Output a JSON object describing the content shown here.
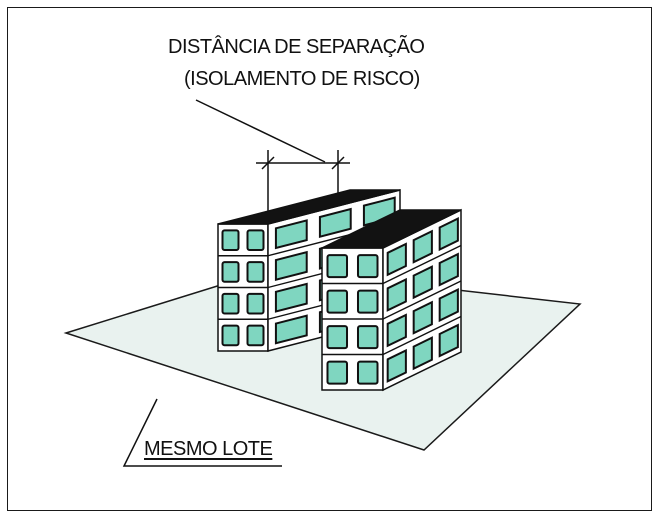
{
  "labels": {
    "separation_line1": "DISTÂNCIA DE SEPARAÇÃO",
    "separation_line2": "(ISOLAMENTO DE RISCO)",
    "lot": "MESMO LOTE"
  },
  "colors": {
    "ground": "#e9f2ef",
    "window": "#7fd6c0",
    "roof": "#121212",
    "wall": "#ffffff",
    "outline": "#111111"
  },
  "buildings": [
    {
      "floors": 4,
      "side_windows_per_floor": 2,
      "front_windows_per_floor": 3
    },
    {
      "floors": 4,
      "side_windows_per_floor": 2,
      "front_windows_per_floor": 3
    }
  ]
}
